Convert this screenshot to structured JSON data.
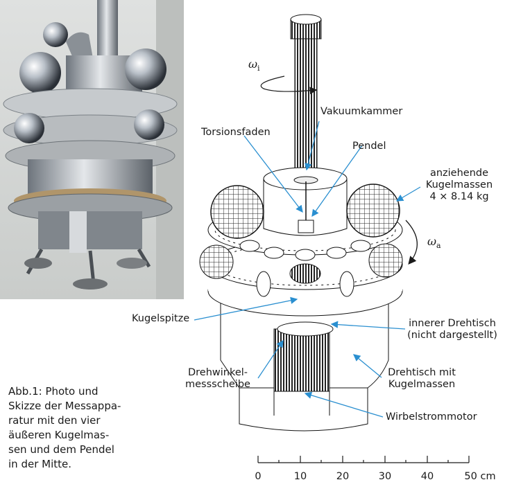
{
  "caption": "Abb.1: Photo und\nSkizze der Messappa-\nratur mit den vier\näußeren Kugelmas-\nsen und dem Pendel\nin der Mitte.",
  "labels": {
    "omega_i": "ω",
    "omega_i_sub": "i",
    "omega_a": "ω",
    "omega_a_sub": "a",
    "vakuumkammer": "Vakuumkammer",
    "torsionsfaden": "Torsionsfaden",
    "pendel": "Pendel",
    "kugelmassen_1": "anziehende",
    "kugelmassen_2": "Kugelmassen",
    "kugelmassen_3": "4 × 8.14 kg",
    "kugelspitze": "Kugelspitze",
    "innerer_1": "innerer Drehtisch",
    "innerer_2": "(nicht dargestellt)",
    "drehwinkel_1": "Drehwinkel-",
    "drehwinkel_2": "messscheibe",
    "drehtisch_1": "Drehtisch mit",
    "drehtisch_2": "Kugelmassen",
    "wirbel": "Wirbelstrommotor"
  },
  "scale": {
    "ticks": [
      "0",
      "10",
      "20",
      "30",
      "40",
      "50 cm"
    ]
  },
  "colors": {
    "leader": "#2a8fd0",
    "ink": "#1a1a1a"
  }
}
